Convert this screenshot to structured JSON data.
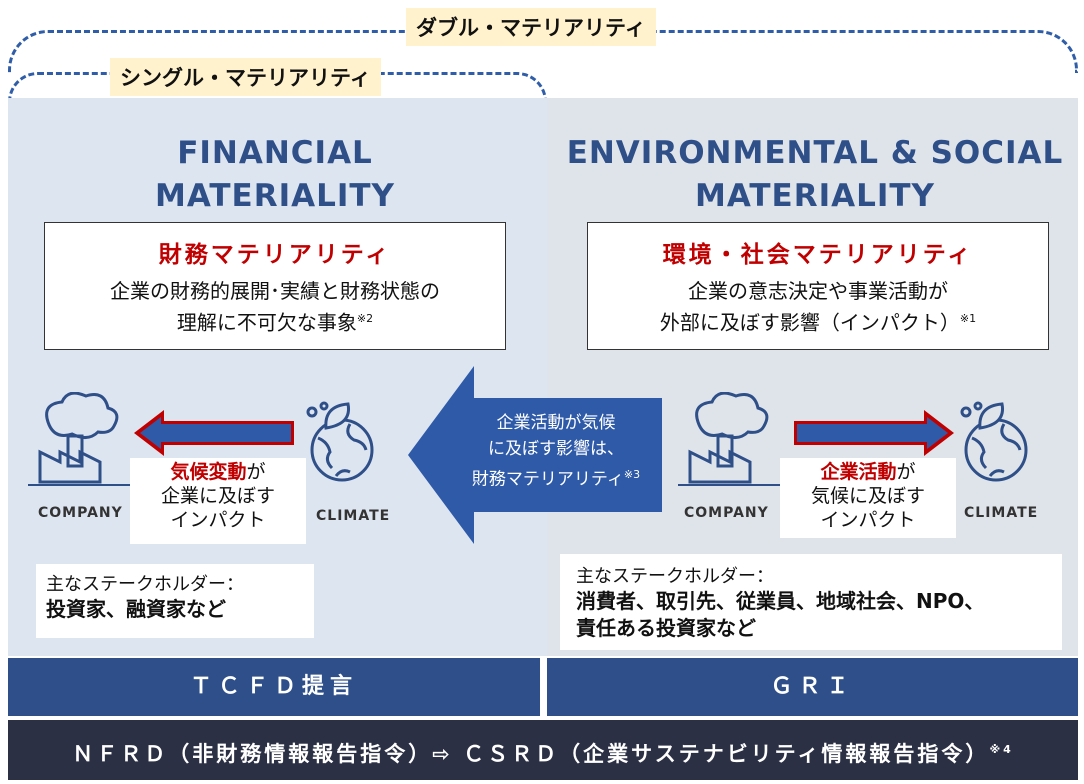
{
  "double_label": "ダブル・マテリアリティ",
  "single_label": "シングル・マテリアリティ",
  "left": {
    "title_line1": "FINANCIAL",
    "title_line2": "MATERIALITY",
    "def_title": "財務マテリアリティ",
    "def_line1": "企業の財務的展開･実績と財務状態の",
    "def_line2": "理解に不可欠な事象",
    "def_note": "※2",
    "company_label": "COMPANY",
    "climate_label": "CLIMATE",
    "impact_red": "気候変動",
    "impact_rest1": "が",
    "impact_line2": "企業に及ぼす",
    "impact_line3": "インパクト",
    "stake_label": "主なステークホルダー：",
    "stake_value": "投資家、融資家など",
    "framework": "ＴＣＦＤ提言"
  },
  "center_arrow": {
    "line1": "企業活動が気候",
    "line2": "に及ぼす影響は、",
    "line3": "財務マテリアリティ",
    "note": "※3"
  },
  "right": {
    "title_line1": "ENVIRONMENTAL & SOCIAL",
    "title_line2": "MATERIALITY",
    "def_title": "環境・社会マテリアリティ",
    "def_line1": "企業の意志決定や事業活動が",
    "def_line2": "外部に及ぼす影響（インパクト）",
    "def_note": "※1",
    "company_label": "COMPANY",
    "climate_label": "CLIMATE",
    "impact_red": "企業活動",
    "impact_rest1": "が",
    "impact_line2": "気候に及ぼす",
    "impact_line3": "インパクト",
    "stake_label": "主なステークホルダー：",
    "stake_value1": "消費者、取引先、従業員、地域社会、NPO、",
    "stake_value2": "責任ある投資家など",
    "framework": "ＧＲＩ"
  },
  "bottom_bar": {
    "text": "ＮＦＲＤ（非財務情報報告指令）⇨ ＣＳＲＤ（企業サステナビリティ情報報告指令）",
    "note": "※4"
  },
  "colors": {
    "accent_blue": "#2f5da8",
    "title_blue": "#2f4f88",
    "red": "#c00000",
    "highlight": "#fff2cc",
    "bar_blue": "#2f4f8a",
    "dark_bar": "#2b3044"
  },
  "icons": [
    "factory-icon",
    "leaf-globe-icon",
    "left-arrow-icon"
  ]
}
